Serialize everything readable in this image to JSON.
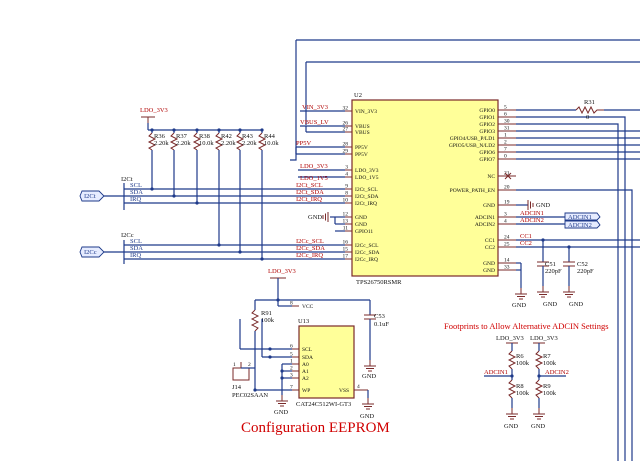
{
  "u2": {
    "ref": "U2",
    "part": "TPS26750RSMR",
    "left_pins": [
      {
        "num": "32",
        "name": "VIN_3V3"
      },
      {
        "num": "26",
        "name": "VBUS"
      },
      {
        "num": "27",
        "name": "VBUS"
      },
      {
        "num": "28",
        "name": "PP5V"
      },
      {
        "num": "29",
        "name": "PP5V"
      },
      {
        "num": "3",
        "name": "LDO_3V3"
      },
      {
        "num": "4",
        "name": "LDO_1V5"
      },
      {
        "num": "9",
        "name": "I2Ct_SCL"
      },
      {
        "num": "8",
        "name": "I2Ct_SDA"
      },
      {
        "num": "10",
        "name": "I2Ct_IRQ"
      },
      {
        "num": "12",
        "name": "GND"
      },
      {
        "num": "13",
        "name": "GND"
      },
      {
        "num": "11",
        "name": "GPIO11"
      },
      {
        "num": "16",
        "name": "I2Cc_SCL"
      },
      {
        "num": "15",
        "name": "I2Cc_SDA"
      },
      {
        "num": "17",
        "name": "I2Cc_IRQ"
      }
    ],
    "right_pins": [
      {
        "num": "5",
        "name": "GPIO0"
      },
      {
        "num": "6",
        "name": "GPIO1"
      },
      {
        "num": "30",
        "name": "GPIO2"
      },
      {
        "num": "31",
        "name": "GPIO3"
      },
      {
        "num": "1",
        "name": "GPIO4/USB_P/LD1"
      },
      {
        "num": "2",
        "name": "GPIO5/USB_N/LD2"
      },
      {
        "num": "7",
        "name": "GPIO6"
      },
      {
        "num": "0",
        "name": "GPIO7"
      },
      {
        "num": "21",
        "name": "NC"
      },
      {
        "num": "20",
        "name": "POWER_PATH_EN"
      },
      {
        "num": "19",
        "name": "GND"
      },
      {
        "num": "3",
        "name": "ADCIN1"
      },
      {
        "num": "4",
        "name": "ADCIN2"
      },
      {
        "num": "24",
        "name": "CC1"
      },
      {
        "num": "25",
        "name": "CC2"
      },
      {
        "num": "14",
        "name": "GND"
      },
      {
        "num": "33",
        "name": "GND"
      }
    ]
  },
  "u13": {
    "ref": "U13",
    "part": "CAT24C512WI-GT3",
    "left_pins": [
      {
        "num": "8",
        "name": "VCC"
      },
      {
        "num": "6",
        "name": "SCL"
      },
      {
        "num": "5",
        "name": "SDA"
      },
      {
        "num": "1",
        "name": "A0"
      },
      {
        "num": "2",
        "name": "A1"
      },
      {
        "num": "3",
        "name": "A2"
      },
      {
        "num": "7",
        "name": "WP"
      }
    ],
    "vss_pin": {
      "num": "4",
      "name": "VSS"
    }
  },
  "nets": {
    "ldo_3v3": "LDO_3V3",
    "vin_3v3": "VIN_3V3",
    "vbus_lv": "VBUS_LV",
    "pp5v": "PP5V",
    "ldo_1v5": "LDO_1V5",
    "i2ct_scl": "I2Ct_SCL",
    "i2ct_sda": "I2Ct_SDA",
    "i2ct_irq": "I2Ct_IRQ",
    "i2cc_scl": "I2Cc_SCL",
    "i2cc_sda": "I2Cc_SDA",
    "i2cc_irq": "I2Cc_IRQ",
    "gnd": "GND",
    "adcin1": "ADCIN1",
    "adcin2": "ADCIN2",
    "cc1": "CC1",
    "cc2": "CC2"
  },
  "bus_t": {
    "ref": "I2Ct",
    "label": "I2Ct",
    "scl": "SCL",
    "sda": "SDA",
    "irq": "IRQ"
  },
  "bus_c": {
    "ref": "I2Cc",
    "label": "I2Cc",
    "scl": "SCL",
    "sda": "SDA",
    "irq": "IRQ"
  },
  "pullups": [
    {
      "ref": "R36",
      "value": "2.20k"
    },
    {
      "ref": "R37",
      "value": "2.20k"
    },
    {
      "ref": "R38",
      "value": "10.0k"
    },
    {
      "ref": "R42",
      "value": "2.20k"
    },
    {
      "ref": "R43",
      "value": "2.20k"
    },
    {
      "ref": "R44",
      "value": "10.0k"
    }
  ],
  "r31": {
    "ref": "R31",
    "value": "0"
  },
  "r91": {
    "ref": "R91",
    "value": "100k"
  },
  "c53": {
    "ref": "C53",
    "value": "0.1uF"
  },
  "c51": {
    "ref": "C51",
    "value": "220pF"
  },
  "c52": {
    "ref": "C52",
    "value": "220pF"
  },
  "j14": {
    "ref": "J14",
    "part": "PEC02SAAN",
    "pin1": "1",
    "pin2": "2"
  },
  "adcin_ports": [
    "ADCIN1",
    "ADCIN2"
  ],
  "alt_adcin": {
    "title": "Footprints to Allow Alternative ADCIN Settings",
    "rails": [
      "LDO_3V3",
      "LDO_3V3"
    ],
    "resistors": [
      {
        "ref": "R6",
        "value": "100k"
      },
      {
        "ref": "R7",
        "value": "100k"
      },
      {
        "ref": "R8",
        "value": "100k"
      },
      {
        "ref": "R9",
        "value": "100k"
      }
    ],
    "nets": [
      "ADCIN1",
      "ADCIN2"
    ]
  },
  "eeprom_title": "Configuration EEPROM"
}
